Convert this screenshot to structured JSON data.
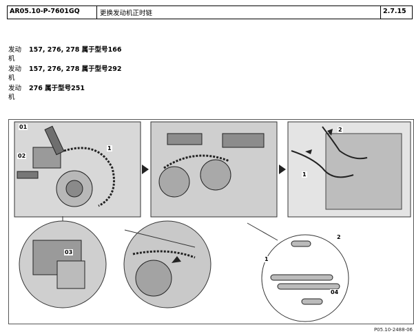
{
  "header": {
    "doc_id": "AR05.10-P-7601GQ",
    "title": "更换发动机正时链",
    "version": "2.7.15"
  },
  "engines": [
    {
      "label": "发动机",
      "value": "157, 276, 278 属于型号166"
    },
    {
      "label": "发动机",
      "value": "157, 276, 278 属于型号292"
    },
    {
      "label": "发动机",
      "value": "276 属于型号251"
    }
  ],
  "figure": {
    "callouts": {
      "c01": "01",
      "c02": "02",
      "c1a": "1",
      "c1b": "1",
      "c2a": "2",
      "c03": "03",
      "c1c": "1",
      "c2b": "2",
      "c04": "04"
    },
    "caption": "P05.10-2488-06"
  }
}
